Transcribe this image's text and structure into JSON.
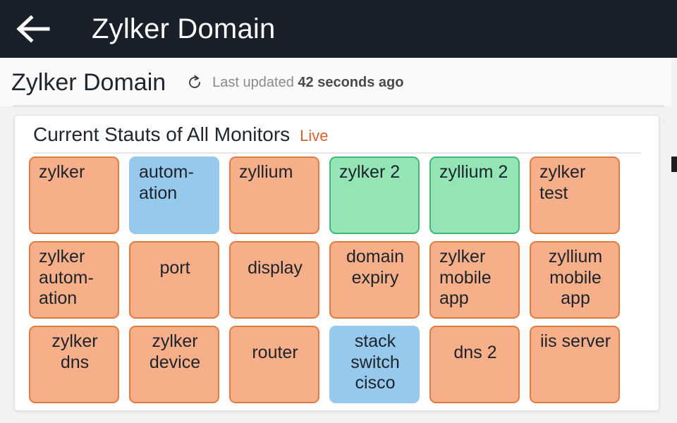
{
  "app_bar": {
    "back_icon": "arrow-left-icon",
    "title": "Zylker Domain"
  },
  "sub_header": {
    "title": "Zylker Domain",
    "refresh_icon": "refresh-icon",
    "last_updated_prefix": "Last updated ",
    "last_updated_value": "42 seconds ago"
  },
  "card": {
    "title": "Current Stauts of All Monitors",
    "live_badge": "Live",
    "colors": {
      "status_down_fill": "#f6af88",
      "status_down_border": "#e07b41",
      "status_up_fill": "#93e5b6",
      "status_up_border": "#3fb878",
      "status_trouble_fill": "#97c9ec",
      "live_text": "#d9622b",
      "app_bar_bg": "#1a2029"
    },
    "monitors": [
      {
        "label": "zylker",
        "status": "down"
      },
      {
        "label": "autom-\nation",
        "status": "trouble"
      },
      {
        "label": "zyllium",
        "status": "down"
      },
      {
        "label": "zylker 2",
        "status": "up"
      },
      {
        "label": "zyllium 2",
        "status": "up"
      },
      {
        "label": "zylker test",
        "status": "down"
      },
      {
        "label": "zylker autom-\nation",
        "status": "down"
      },
      {
        "label": "port",
        "status": "down"
      },
      {
        "label": "display",
        "status": "down"
      },
      {
        "label": "domain expiry",
        "status": "down"
      },
      {
        "label": "zylker mobile app",
        "status": "down"
      },
      {
        "label": "zyllium mobile app",
        "status": "down"
      },
      {
        "label": "zylker dns",
        "status": "down"
      },
      {
        "label": "zylker device",
        "status": "down"
      },
      {
        "label": "router",
        "status": "down"
      },
      {
        "label": "stack switch cisco",
        "status": "trouble"
      },
      {
        "label": "dns 2",
        "status": "down"
      },
      {
        "label": "iis server",
        "status": "down"
      }
    ]
  }
}
